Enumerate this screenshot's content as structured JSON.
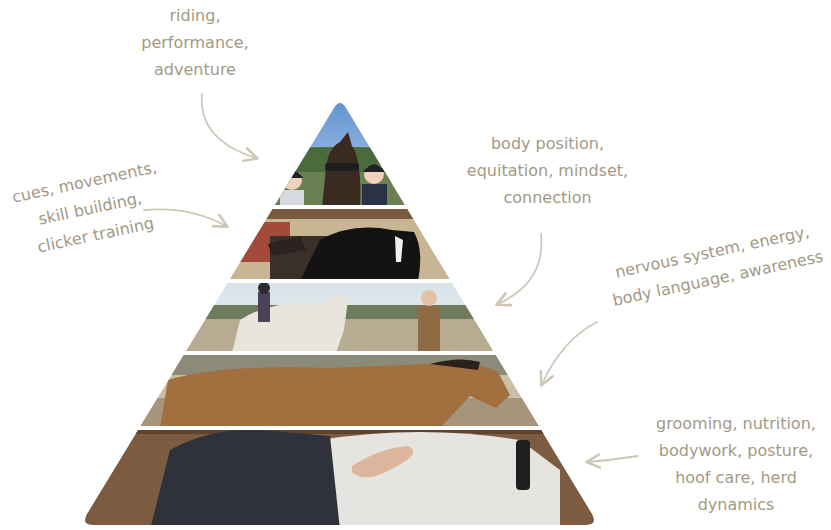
{
  "diagram": {
    "labels": [
      "riding, performance, adventure",
      "body position, equitation, mindset, connection",
      "cues, movements, skill building, clicker training",
      "nervous system, energy, body language, awareness",
      "grooming, nutrition, bodywork, posture, hoof care, herd dynamics"
    ]
  }
}
